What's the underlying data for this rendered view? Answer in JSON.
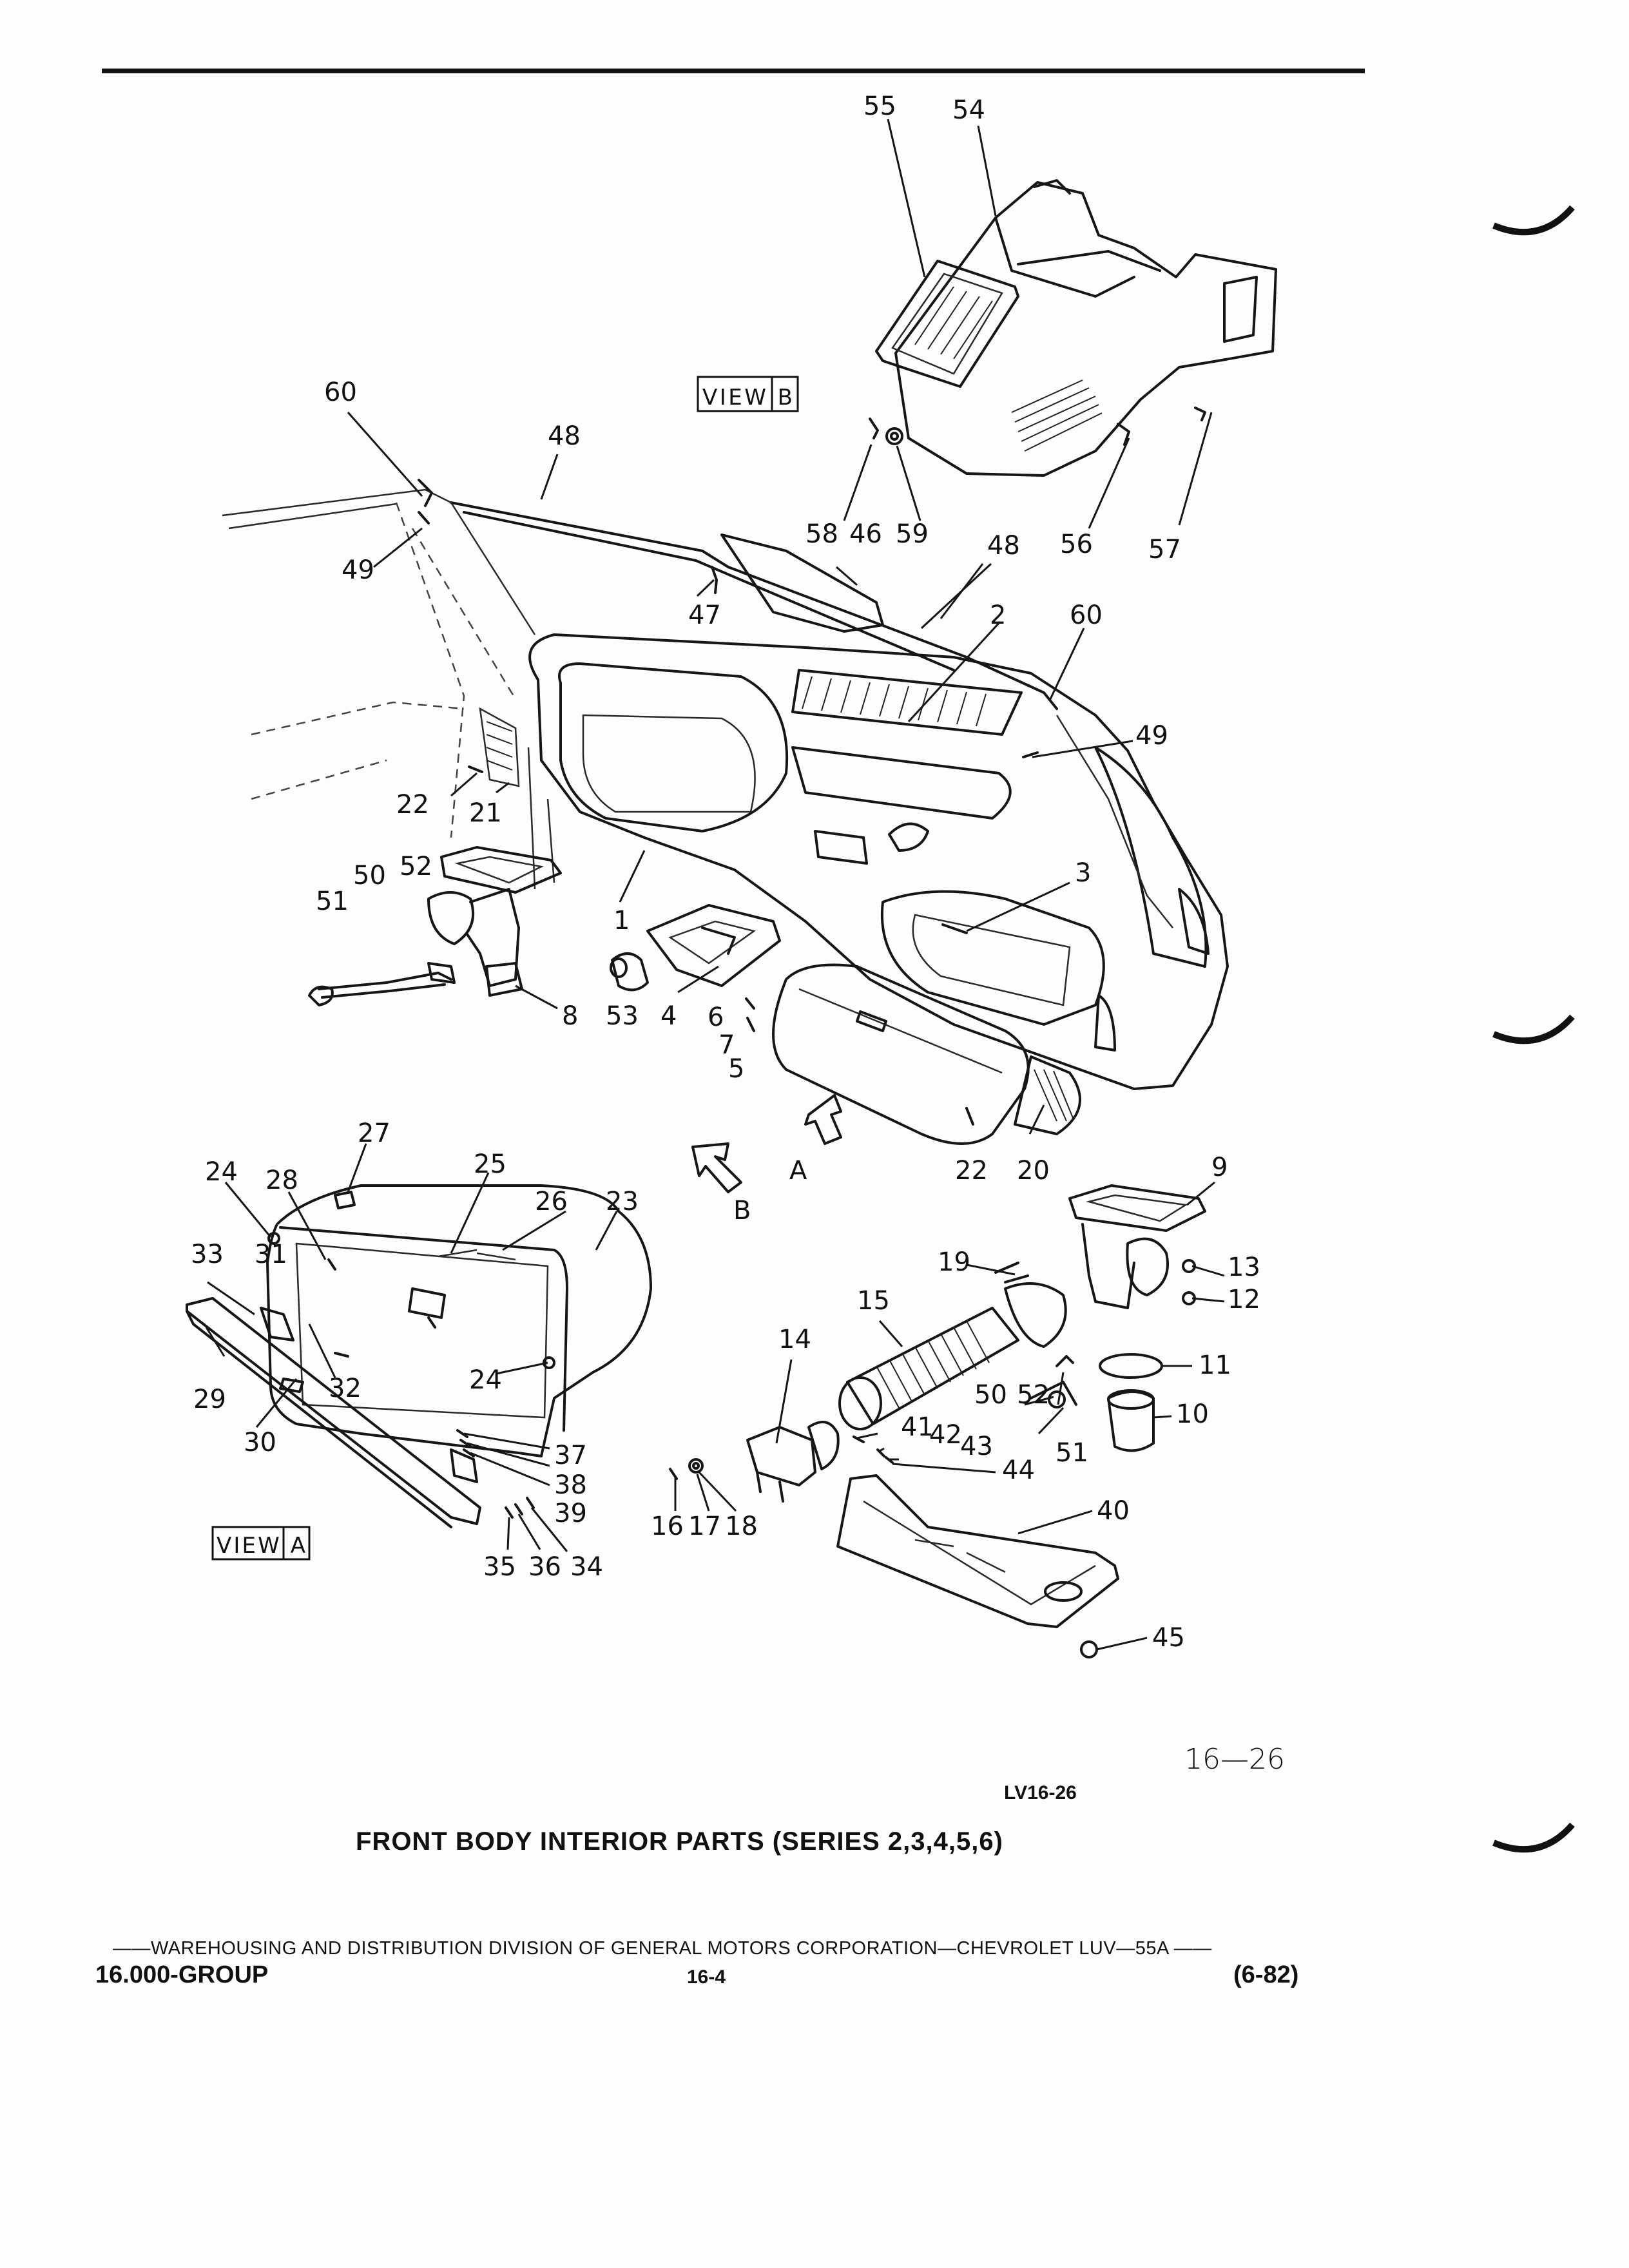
{
  "diagram": {
    "view_labels": {
      "view_b": "VIEW B",
      "view_a": "VIEW A",
      "arrow_a": "A",
      "arrow_b": "B"
    },
    "callouts": {
      "c55": "55",
      "c54": "54",
      "c60_top": "60",
      "c48_top": "48",
      "c49_left": "49",
      "c58": "58",
      "c46": "46",
      "c59": "59",
      "c48_mid": "48",
      "c56": "56",
      "c57": "57",
      "c47": "47",
      "c2": "2",
      "c60_right": "60",
      "c49_right": "49",
      "c22_left": "22",
      "c21": "21",
      "c52_left": "52",
      "c50_left": "50",
      "c51_left": "51",
      "c1": "1",
      "c3": "3",
      "c8": "8",
      "c53": "53",
      "c4": "4",
      "c6": "6",
      "c7": "7",
      "c5": "5",
      "c22_right": "22",
      "c20": "20",
      "c27": "27",
      "c25": "25",
      "c26": "26",
      "c23": "23",
      "c24_top": "24",
      "c28": "28",
      "c33": "33",
      "c31": "31",
      "c29": "29",
      "c32": "32",
      "c24_bottom": "24",
      "c30": "30",
      "c37": "37",
      "c38": "38",
      "c39": "39",
      "c35": "35",
      "c36": "36",
      "c34": "34",
      "c9": "9",
      "c19": "19",
      "c13": "13",
      "c12": "12",
      "c15": "15",
      "c14": "14",
      "c11": "11",
      "c50_right": "50",
      "c52_right": "52",
      "c10": "10",
      "c41": "41",
      "c42": "42",
      "c43": "43",
      "c44": "44",
      "c51_right": "51",
      "c16": "16",
      "c17": "17",
      "c18": "18",
      "c40": "40",
      "c45": "45"
    }
  },
  "figure_code": "16—26",
  "drawing_number": "LV16-26",
  "title": "FRONT BODY INTERIOR PARTS (SERIES 2,3,4,5,6)",
  "footer": {
    "line": "——WAREHOUSING AND DISTRIBUTION  DIVISION OF GENERAL MOTORS CORPORATION—CHEVROLET LUV—55A  ——",
    "group": "16.000-GROUP",
    "page": "16-4",
    "revision": "(6-82)"
  }
}
